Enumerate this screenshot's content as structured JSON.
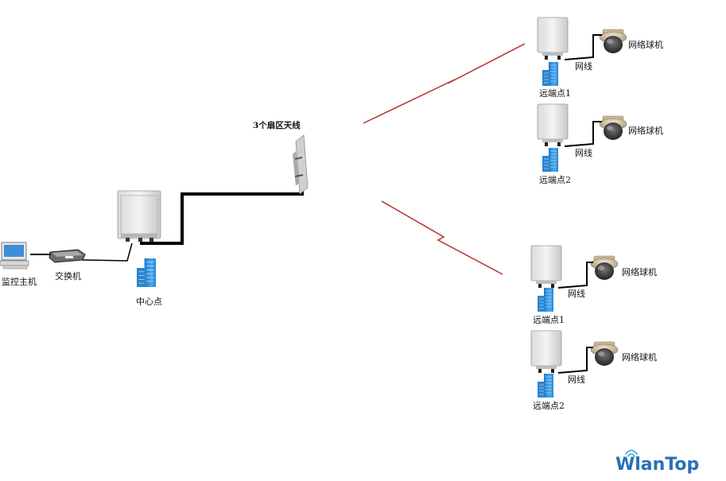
{
  "labels": {
    "monitor_host": "监控主机",
    "switch": "交换机",
    "center_point": "中心点",
    "sector_antenna": "3个扇区天线",
    "network_cable": "网线",
    "network_dome_camera": "网络球机",
    "remote_point_1": "远端点1",
    "remote_point_2": "远端点2"
  },
  "brand": {
    "name": "WlanTop"
  },
  "colors": {
    "wireless_link": "#b5302a",
    "cable": "#000000",
    "brand": "#2a6fb6",
    "building": "#2f8fd8"
  },
  "icons": {
    "computer": "computer-icon",
    "switch": "switch-icon",
    "cpe": "outdoor-cpe-icon",
    "antenna": "sector-antenna-icon",
    "building": "building-icon",
    "camera": "dome-camera-icon"
  }
}
